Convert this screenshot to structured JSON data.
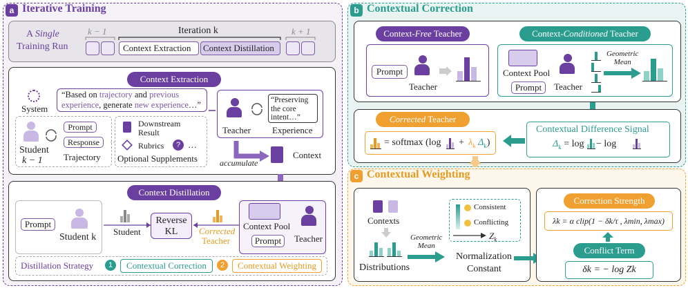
{
  "colors": {
    "purple": "#6a3fa0",
    "light_purple": "#ece6f5",
    "teal": "#2a9d8f",
    "light_teal": "#e4f2f0",
    "orange": "#f0a030",
    "light_orange": "#fdf4e4",
    "gray_panel": "#eeedf1"
  },
  "panel_a": {
    "badge": "a",
    "title": "Iterative Training",
    "run_a": "A",
    "run_single": "Single",
    "run_rest": "Training  Run",
    "iter_prev": "k − 1",
    "iter_cur": "Iteration k",
    "iter_next": "k + 1",
    "cell_extraction": "Context Extraction",
    "cell_distillation": "Context Distillation",
    "extraction": {
      "title": "Context Extraction",
      "system_label": "System",
      "prompt_q1": "“Based on ",
      "prompt_traj": "trajectory",
      "prompt_and": " and ",
      "prompt_prev": "previous",
      "prompt_q2": "experience",
      "prompt_comma": ", generate ",
      "prompt_new": "new experience",
      "prompt_end": "…”",
      "prompt_tag": "Prompt",
      "response_tag": "Response",
      "student_label": "Student",
      "student_k": "k − 1",
      "trajectory_label": "Trajectory",
      "downstream": "Downstream",
      "result": "Result",
      "rubrics": "Rubrics",
      "ellipsis": "…",
      "optional": "Optional Supplements",
      "teacher_label": "Teacher",
      "experience_label": "Experience",
      "quote": "“Preserving the core intent…”",
      "accumulate": "accumulate",
      "context_label": "Context"
    },
    "distillation": {
      "title": "Context Distillation",
      "prompt": "Prompt",
      "student_k": "Student k",
      "student": "Student",
      "reverse_kl": "Reverse KL",
      "corrected": "Corrected",
      "teacher_word": "Teacher",
      "context_pool": "Context Pool",
      "teacher": "Teacher",
      "prompt2": "Prompt",
      "strategy_label": "Distillation Strategy",
      "n1": "1",
      "strategy1": "Contextual Correction",
      "n2": "2",
      "strategy2": "Contextual Weighting"
    }
  },
  "panel_b": {
    "badge": "b",
    "title": "Contextual Correction",
    "free_title_a": "Context-",
    "free_title_b": "Free",
    "free_title_c": " Teacher",
    "cond_title_a": "Context-",
    "cond_title_b": "Conditioned",
    "cond_title_c": " Teacher",
    "prompt": "Prompt",
    "teacher": "Teacher",
    "context_pool": "Context Pool",
    "teacher2": "Teacher",
    "geo1": "Geometric",
    "geo2": "Mean",
    "corrected_teacher_a": "Corrected",
    "corrected_teacher_b": " Teacher",
    "formula_left": "= softmax (log",
    "formula_plus": "+",
    "formula_lambda": "λ",
    "formula_k": "k",
    "formula_delta": "Δ",
    "formula_close": ")",
    "diff_title": "Contextual Difference Signal",
    "diff_formula_a": "Δ",
    "diff_formula_k": "k",
    "diff_formula_eq": " = log",
    "diff_formula_minus": " − log"
  },
  "panel_c": {
    "badge": "c",
    "title": "Contextual Weighting",
    "contexts": "Contexts",
    "distributions": "Distributions",
    "geo1": "Geometric",
    "geo2": "Mean",
    "consistent": "Consistent",
    "conflicting": "Conflicting",
    "zk": "Z",
    "zk_sub": "k",
    "norm1": "Normalization",
    "norm2": "Constant",
    "strength_title": "Correction Strength",
    "strength_formula": "λk = α clip(1 − δk/τ , λmin, λmax)",
    "conflict_title": "Conflict Term",
    "conflict_formula": "δk = − log Zk"
  }
}
